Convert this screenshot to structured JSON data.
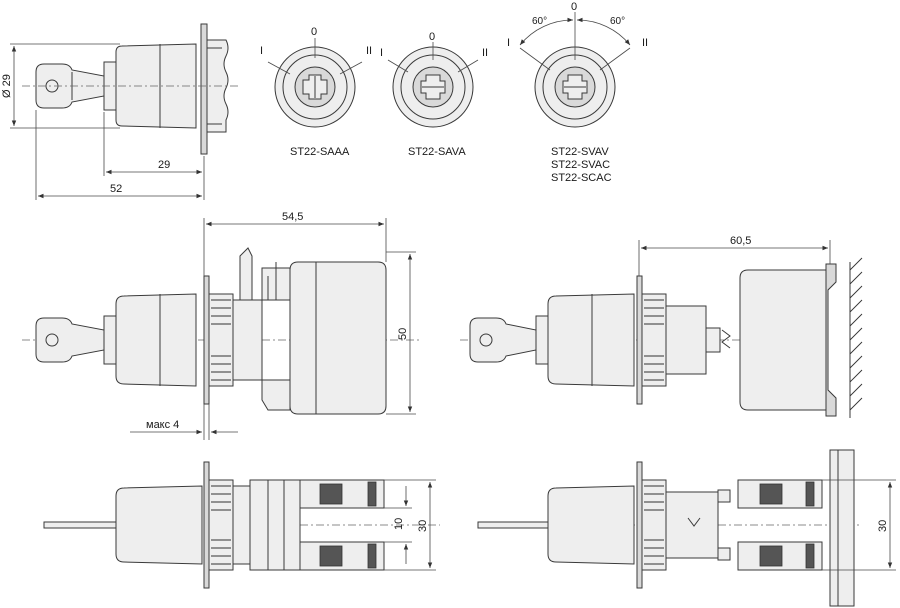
{
  "views": {
    "top_side": {
      "dim_diameter": "Ø 29",
      "dim_29": "29",
      "dim_52": "52"
    },
    "front_saaa": {
      "label_0": "0",
      "label_I": "I",
      "label_II": "II",
      "caption": "ST22-SAAA"
    },
    "front_sava": {
      "label_0": "0",
      "label_I": "I",
      "label_II": "II",
      "caption": "ST22-SAVA"
    },
    "front_svav": {
      "label_0": "0",
      "label_I": "I",
      "label_II": "II",
      "angle_left": "60°",
      "angle_right": "60°",
      "captions": [
        "ST22-SVAV",
        "ST22-SVAC",
        "ST22-SCAC"
      ]
    },
    "mid_left": {
      "dim_545": "54,5",
      "dim_50": "50",
      "dim_max4": "макс 4"
    },
    "mid_right": {
      "dim_605": "60,5"
    },
    "bottom_left": {
      "dim_10": "10",
      "dim_30": "30"
    },
    "bottom_right": {
      "dim_30": "30"
    }
  }
}
